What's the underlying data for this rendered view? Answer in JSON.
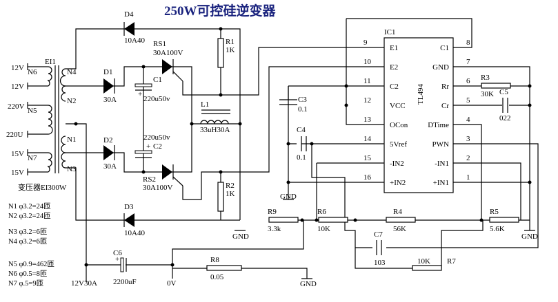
{
  "title": "250W可控硅逆变器",
  "transformer": {
    "name": "EI1",
    "caption": "变压器EI300W",
    "windings": [
      "N6",
      "N5",
      "N7",
      "N4",
      "N2",
      "N1",
      "N3"
    ],
    "taps": [
      "12V",
      "12V",
      "220V",
      "220U",
      "15V",
      "15V"
    ]
  },
  "labels": {
    "d4": "D4",
    "d4v": "10A40",
    "d1": "D1",
    "d1v": "30A",
    "d2": "D2",
    "d2v": "30A",
    "d3": "D3",
    "d3v": "10A40",
    "rs1": "RS1",
    "rs1v": "30A100V",
    "rs2": "RS2",
    "rs2v": "30A100V",
    "c1": "C1",
    "c1v": "220u50v",
    "c2": "C2",
    "c2v": "220u50v",
    "plus": "+",
    "r1": "R1",
    "r1v": "1K",
    "r2": "R2",
    "r2v": "1K",
    "l1": "L1",
    "l1v": "33uH30A",
    "ic": "IC1",
    "ic_part": "TL494",
    "c3": "C3",
    "c3v": "0.1",
    "c4": "C4",
    "c4v": "0.1",
    "r3": "R3",
    "r3v": "30K",
    "c5": "C5",
    "c5v": "022",
    "r9": "R9",
    "r9v": "3.3k",
    "r6": "R6",
    "r6v": "10K",
    "r4": "R4",
    "r4v": "56K",
    "r5": "R5",
    "r5v": "5.6K",
    "c7": "C7",
    "c7v": "103",
    "r7": "R7",
    "r7v": "10K",
    "c6": "C6",
    "c6v": "2200uF",
    "r8": "R8",
    "r8v": "0.05",
    "gnd": "GND",
    "v0": "0V",
    "v12": "12V30A"
  },
  "ic_pins": {
    "left": [
      {
        "n": "9",
        "name": "E1"
      },
      {
        "n": "10",
        "name": "E2"
      },
      {
        "n": "11",
        "name": "C2"
      },
      {
        "n": "12",
        "name": "VCC"
      },
      {
        "n": "13",
        "name": "OCon"
      },
      {
        "n": "14",
        "name": "5Vref"
      },
      {
        "n": "15",
        "name": "-IN2"
      },
      {
        "n": "16",
        "name": "+IN2"
      }
    ],
    "right": [
      {
        "n": "8",
        "name": "C1"
      },
      {
        "n": "7",
        "name": "GND"
      },
      {
        "n": "6",
        "name": "Rr"
      },
      {
        "n": "5",
        "name": "Cr"
      },
      {
        "n": "4",
        "name": "DTime"
      },
      {
        "n": "3",
        "name": "PWN"
      },
      {
        "n": "2",
        "name": "-IN1"
      },
      {
        "n": "1",
        "name": "+IN1"
      }
    ]
  },
  "winding_notes": [
    "N1  φ3.2=24匝",
    "N2  φ3.2=24匝",
    "N3  φ3.2=6匝",
    "N4  φ3.2=6匝",
    "N5  φ0.9=462匝",
    "N6  φ0.5=8匝",
    "N7  φ.5=9匝"
  ]
}
